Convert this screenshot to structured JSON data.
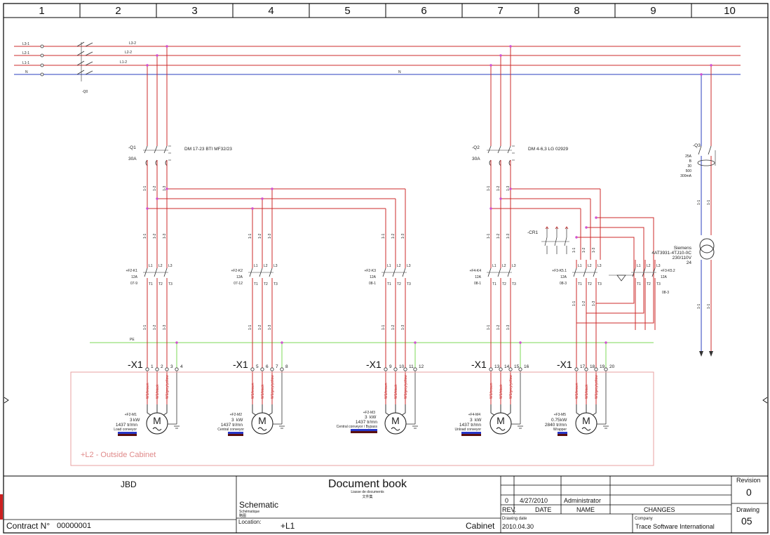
{
  "columns": [
    "1",
    "2",
    "3",
    "4",
    "5",
    "6",
    "7",
    "8",
    "9",
    "10"
  ],
  "supply": {
    "line_labels": [
      "L3-1",
      "L2-1",
      "L1-1",
      "N"
    ],
    "line_labels_right": [
      "L3-2",
      "L2-2",
      "L1-2"
    ],
    "n_mid_label": "N",
    "switch_label": "-Q0",
    "colors": {
      "phase": "#cc2b2b",
      "neutral": "#2a3fbf",
      "earth": "#7ed957",
      "junction": "#d050d0"
    }
  },
  "breakers": [
    {
      "ref": "-Q1",
      "rating": "30A",
      "model": "DM 17-23 BTI MF32/23"
    },
    {
      "ref": "-Q2",
      "rating": "30A",
      "model": "DM 4-6,3 LG 02929"
    }
  ],
  "rcd": {
    "ref": "-Q3",
    "specs": [
      "25A",
      "B",
      "30",
      "500",
      "300mA"
    ]
  },
  "transformer": {
    "maker": "Siemens",
    "model": "4AT3931-4TJ10-0C",
    "ratio": "230/110V",
    "out": "24"
  },
  "relay": {
    "ref": "-CR1"
  },
  "contactors": [
    {
      "ref": "+F2-K1",
      "rating": "12A",
      "code": "07-9"
    },
    {
      "ref": "+F2-K2",
      "rating": "12A",
      "code": "07-12"
    },
    {
      "ref": "+F2-K3",
      "rating": "12A",
      "code": "08-1"
    },
    {
      "ref": "+F4-K4",
      "rating": "12A",
      "code": "08-1"
    },
    {
      "ref": "+F3-K5.1",
      "rating": "12A",
      "code": "08-3"
    },
    {
      "ref": "+F3-K5.2",
      "rating": "12A",
      "code": "08-3"
    }
  ],
  "terminals": {
    "ref": "-X1",
    "pe_label": "PE",
    "groups": [
      {
        "nums": [
          "1",
          "2",
          "3",
          "4"
        ]
      },
      {
        "nums": [
          "5",
          "6",
          "7",
          "8"
        ]
      },
      {
        "nums": [
          "9",
          "10",
          "11",
          "12"
        ]
      },
      {
        "nums": [
          "13",
          "14",
          "15",
          "16"
        ]
      },
      {
        "nums": [
          "17",
          "18",
          "19",
          "20"
        ]
      }
    ]
  },
  "motors": [
    {
      "ref": "+F2-M1",
      "power": "3",
      "unit": "kW",
      "speed": "1437 tr/mn",
      "desc": "Load conveyor"
    },
    {
      "ref": "+F2-M2",
      "power": "3",
      "unit": "kW",
      "speed": "1437 tr/mn",
      "desc": "Central conveyor"
    },
    {
      "ref": "+F2-M3",
      "power": "3",
      "unit": "kW",
      "speed": "1437 tr/mn",
      "desc": "Central conveyor / Bypass"
    },
    {
      "ref": "+F4-M4",
      "power": "3",
      "unit": "kW",
      "speed": "1437 tr/mn",
      "desc": "Unload conveyor"
    },
    {
      "ref": "+F3-M5",
      "power": "0.75",
      "unit": "kW",
      "speed": "2840 tr/mn",
      "desc": "Wrapper"
    }
  ],
  "motor_symbol": "M",
  "wire_colors": [
    "W1/brown",
    "W1/black",
    "W1/grey/yellow"
  ],
  "outside_cabinet": "+L2 - Outside Cabinet",
  "title_block": {
    "company_short": "JBD",
    "contract_label": "Contract N°",
    "contract_no": "00000001",
    "doc_title": "Document book",
    "doc_sub1": "Liasse de documents",
    "doc_sub2": "文件集",
    "sheet_title": "Schematic",
    "sheet_sub1": "Schématique",
    "sheet_sub2": "略图",
    "location_label": "Location:",
    "location_value": "+L1",
    "cabinet_label": "Cabinet",
    "rev_no": "0",
    "rev_date": "4/27/2010",
    "rev_name": "Administrator",
    "hdr_rev": "REV.",
    "hdr_date": "DATE",
    "hdr_name": "NAME",
    "hdr_changes": "CHANGES",
    "drawing_date_label": "Drawing date",
    "drawing_date": "2010.04.30",
    "company_label": "Company",
    "company": "Trace Software International",
    "revision_label": "Revision",
    "revision": "0",
    "drawing_label": "Drawing",
    "drawing": "05"
  }
}
